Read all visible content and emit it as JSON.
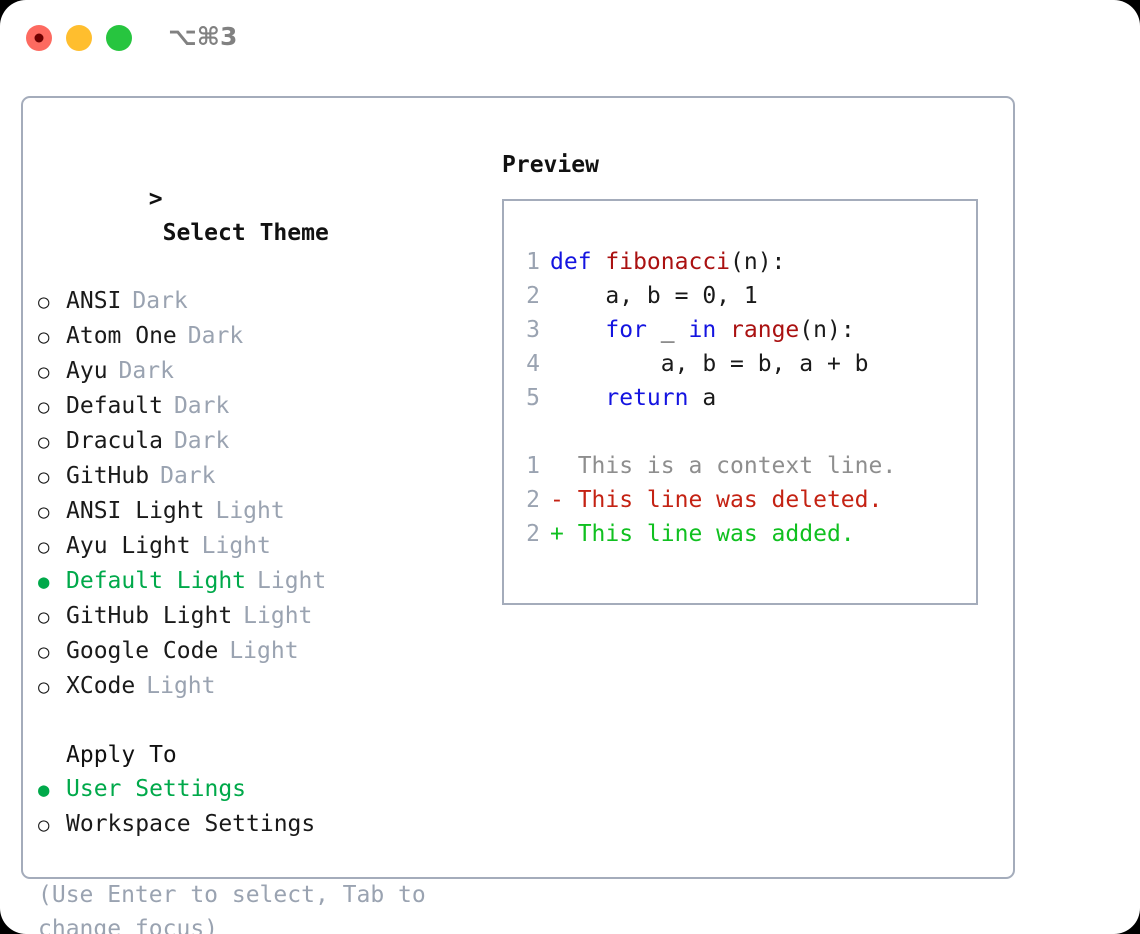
{
  "window": {
    "traffic_lights": [
      "close",
      "minimize",
      "maximize"
    ],
    "shortcut": "⌥⌘3"
  },
  "theme_panel": {
    "header_marker": ">",
    "header": "Select Theme",
    "items": [
      {
        "marker": "○",
        "label": "ANSI",
        "tag": "Dark",
        "selected": false
      },
      {
        "marker": "○",
        "label": "Atom One",
        "tag": "Dark",
        "selected": false
      },
      {
        "marker": "○",
        "label": "Ayu",
        "tag": "Dark",
        "selected": false
      },
      {
        "marker": "○",
        "label": "Default",
        "tag": "Dark",
        "selected": false
      },
      {
        "marker": "○",
        "label": "Dracula",
        "tag": "Dark",
        "selected": false
      },
      {
        "marker": "○",
        "label": "GitHub",
        "tag": "Dark",
        "selected": false
      },
      {
        "marker": "○",
        "label": "ANSI Light",
        "tag": "Light",
        "selected": false
      },
      {
        "marker": "○",
        "label": "Ayu Light",
        "tag": "Light",
        "selected": false
      },
      {
        "marker": "●",
        "label": "Default Light",
        "tag": "Light",
        "selected": true
      },
      {
        "marker": "○",
        "label": "GitHub Light",
        "tag": "Light",
        "selected": false
      },
      {
        "marker": "○",
        "label": "Google Code",
        "tag": "Light",
        "selected": false
      },
      {
        "marker": "○",
        "label": "XCode",
        "tag": "Light",
        "selected": false
      }
    ]
  },
  "apply_to": {
    "header": "Apply To",
    "items": [
      {
        "marker": "●",
        "label": "User Settings",
        "selected": true
      },
      {
        "marker": "○",
        "label": "Workspace Settings",
        "selected": false
      }
    ]
  },
  "hint": "(Use Enter to select, Tab to\nchange focus)",
  "preview": {
    "title": "Preview",
    "code_lines": [
      {
        "no": "1",
        "tokens": [
          {
            "t": "def ",
            "c": "kw"
          },
          {
            "t": "fibonacci",
            "c": "fn"
          },
          {
            "t": "(n):",
            "c": "plain"
          }
        ]
      },
      {
        "no": "2",
        "tokens": [
          {
            "t": "    a, b = 0, 1",
            "c": "plain"
          }
        ]
      },
      {
        "no": "3",
        "tokens": [
          {
            "t": "    ",
            "c": "plain"
          },
          {
            "t": "for",
            "c": "kw"
          },
          {
            "t": " _ ",
            "c": "plain"
          },
          {
            "t": "in",
            "c": "kw"
          },
          {
            "t": " ",
            "c": "plain"
          },
          {
            "t": "range",
            "c": "fn"
          },
          {
            "t": "(n):",
            "c": "plain"
          }
        ]
      },
      {
        "no": "4",
        "tokens": [
          {
            "t": "        a, b = b, a + b",
            "c": "plain"
          }
        ]
      },
      {
        "no": "5",
        "tokens": [
          {
            "t": "    ",
            "c": "plain"
          },
          {
            "t": "return",
            "c": "kw"
          },
          {
            "t": " a",
            "c": "plain"
          }
        ]
      }
    ],
    "diff_lines": [
      {
        "no": "1",
        "text": "  This is a context line.",
        "kind": "ctx"
      },
      {
        "no": "2",
        "text": "- This line was deleted.",
        "kind": "del"
      },
      {
        "no": "2",
        "text": "+ This line was added.",
        "kind": "add"
      }
    ]
  },
  "colors": {
    "accent_green": "#00a94a",
    "muted": "#9aa3b1",
    "keyword_blue": "#1414e0",
    "function_red": "#aa1111",
    "diff_deleted": "#c42213",
    "diff_added": "#10c020",
    "border": "#a4acbb",
    "traffic_red": "#fd6a60",
    "traffic_yellow": "#ffbe2e",
    "traffic_green": "#27c53f"
  }
}
